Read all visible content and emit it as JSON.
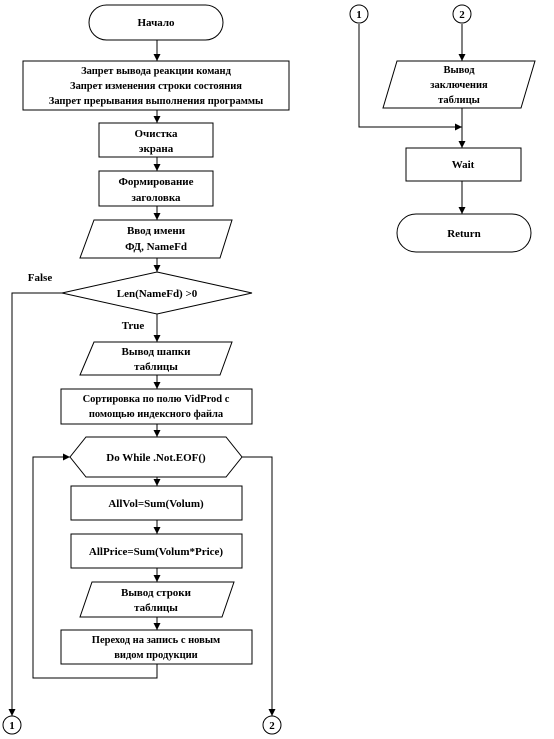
{
  "flowchart": {
    "start": "Начало",
    "block_disable": {
      "line1": "Запрет вывода реакции команд",
      "line2": "Запрет изменения строки состояния",
      "line3": "Запрет прерывания выполнения программы"
    },
    "clear_screen": {
      "line1": "Очистка",
      "line2": "экрана"
    },
    "make_header": {
      "line1": "Формирование",
      "line2": "заголовка"
    },
    "input_name": {
      "line1": "Ввод имени",
      "line2": "ФД, NameFd"
    },
    "condition": "Len(NameFd)  >0",
    "false_label": "False",
    "true_label": "True",
    "output_table_header": {
      "line1": "Вывод шапки",
      "line2": "таблицы"
    },
    "sort": {
      "line1": "Сортировка по полю VidProd  с",
      "line2": "помощью индексного файла"
    },
    "loop": "Do While .Not.EOF()",
    "allvol": "AllVol=Sum(Volum)",
    "allprice": "AllPrice=Sum(Volum*Price)",
    "output_row": {
      "line1": "Вывод строки",
      "line2": "таблицы"
    },
    "next_record": {
      "line1": "Переход на запись с новым",
      "line2": "видом продукции"
    },
    "connector_1": "1",
    "connector_2": "2",
    "output_table_end": {
      "line1": "Вывод",
      "line2": "заключения",
      "line3": "таблицы"
    },
    "wait": "Wait",
    "return": "Return"
  },
  "colors": {
    "stroke": "#000000",
    "fill": "#ffffff"
  }
}
